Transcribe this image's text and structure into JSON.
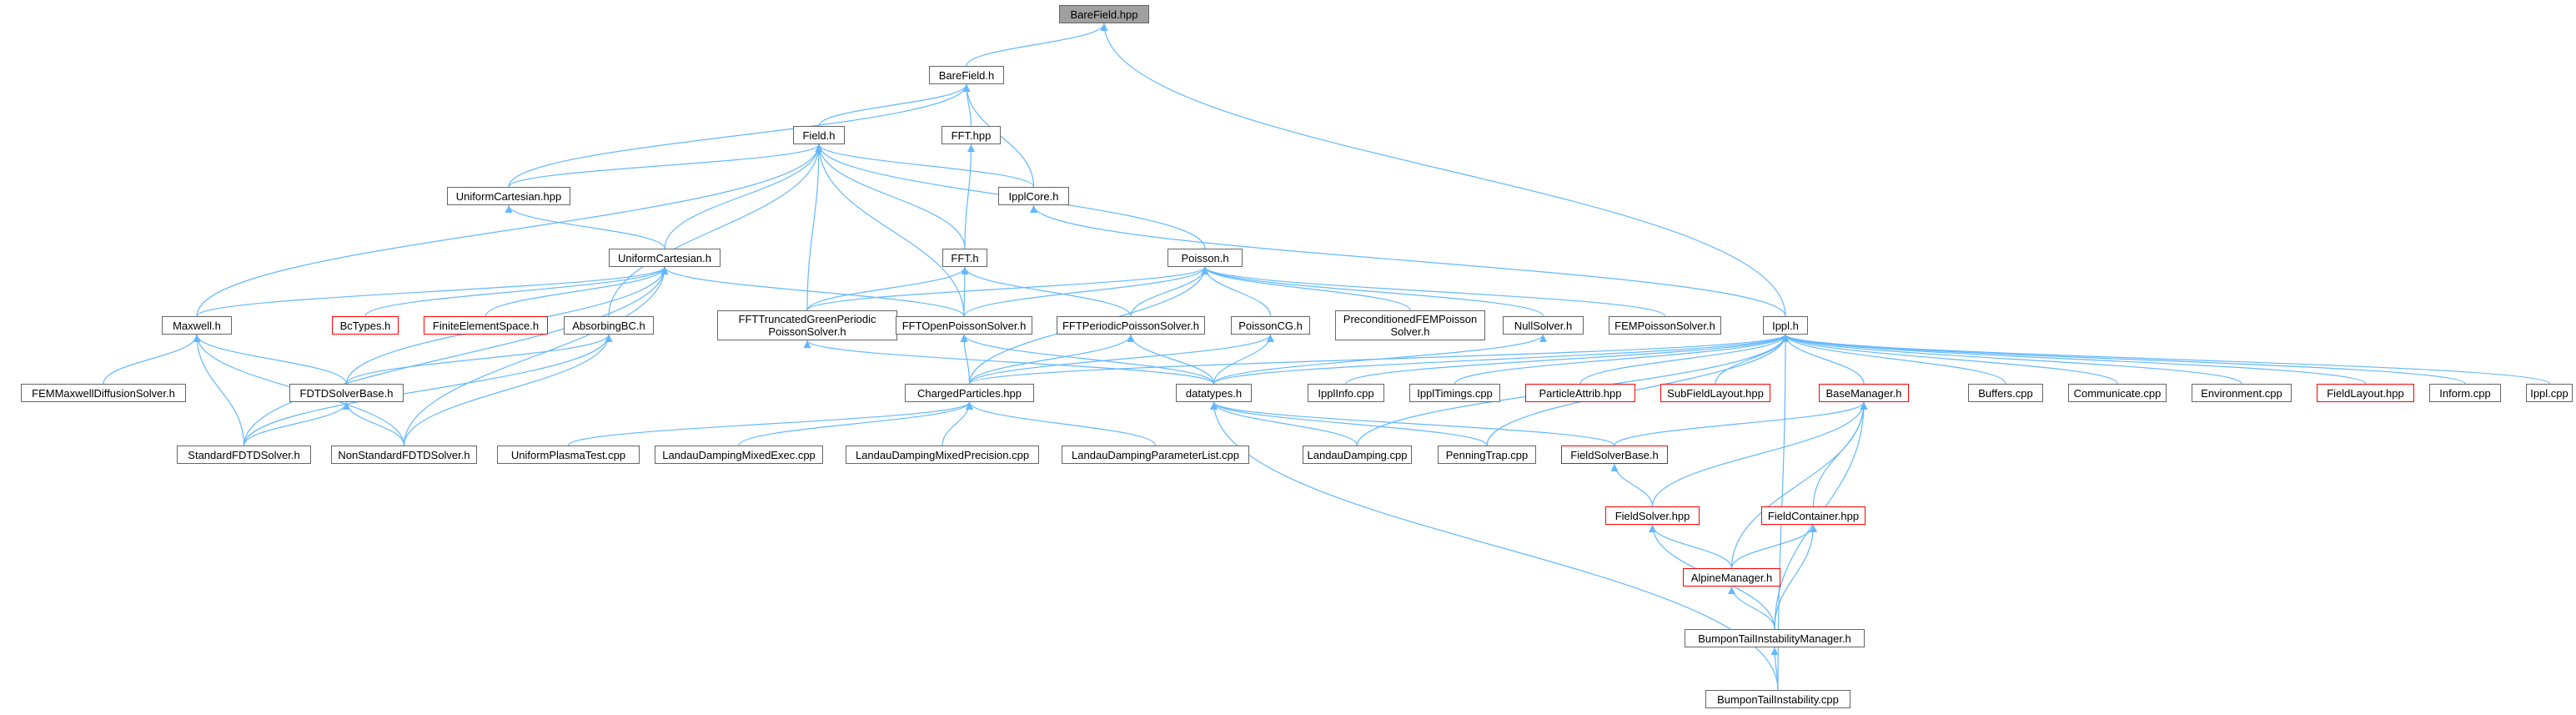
{
  "colors": {
    "edge": "#63b8ff",
    "node_border": "#666666",
    "root_fill": "#a0a0a0",
    "truncated_border": "#ff0000"
  },
  "nodes": {
    "n0": {
      "label": "BareField.hpp",
      "style": "root"
    },
    "n1": {
      "label": "BareField.h",
      "style": "normal"
    },
    "n2": {
      "label": "Field.h",
      "style": "normal"
    },
    "n3": {
      "label": "FFT.hpp",
      "style": "normal"
    },
    "n4": {
      "label": "UniformCartesian.hpp",
      "style": "normal"
    },
    "n5": {
      "label": "IpplCore.h",
      "style": "normal"
    },
    "n6": {
      "label": "UniformCartesian.h",
      "style": "normal"
    },
    "n7": {
      "label": "FFT.h",
      "style": "normal"
    },
    "n8": {
      "label": "Poisson.h",
      "style": "normal"
    },
    "n9": {
      "label": "Maxwell.h",
      "style": "normal"
    },
    "n10": {
      "label": "BcTypes.h",
      "style": "red"
    },
    "n11": {
      "label": "FiniteElementSpace.h",
      "style": "red"
    },
    "n12": {
      "label": "AbsorbingBC.h",
      "style": "normal"
    },
    "n13": {
      "label": "FFTTruncatedGreenPeriodic\nPoissonSolver.h",
      "style": "normal"
    },
    "n14": {
      "label": "FFTOpenPoissonSolver.h",
      "style": "normal"
    },
    "n15": {
      "label": "FFTPeriodicPoissonSolver.h",
      "style": "normal"
    },
    "n16": {
      "label": "PoissonCG.h",
      "style": "normal"
    },
    "n17": {
      "label": "PreconditionedFEMPoisson\nSolver.h",
      "style": "normal"
    },
    "n18": {
      "label": "NullSolver.h",
      "style": "normal"
    },
    "n19": {
      "label": "FEMPoissonSolver.h",
      "style": "normal"
    },
    "n20": {
      "label": "Ippl.h",
      "style": "normal"
    },
    "n21": {
      "label": "FEMMaxwellDiffusionSolver.h",
      "style": "normal"
    },
    "n22": {
      "label": "FDTDSolverBase.h",
      "style": "normal"
    },
    "n23": {
      "label": "ChargedParticles.hpp",
      "style": "normal"
    },
    "n24": {
      "label": "datatypes.h",
      "style": "normal"
    },
    "n25": {
      "label": "IpplInfo.cpp",
      "style": "normal"
    },
    "n26": {
      "label": "IpplTimings.cpp",
      "style": "normal"
    },
    "n27": {
      "label": "ParticleAttrib.hpp",
      "style": "red"
    },
    "n28": {
      "label": "SubFieldLayout.hpp",
      "style": "red"
    },
    "n29": {
      "label": "BaseManager.h",
      "style": "red"
    },
    "n30": {
      "label": "Buffers.cpp",
      "style": "normal"
    },
    "n31": {
      "label": "Communicate.cpp",
      "style": "normal"
    },
    "n32": {
      "label": "Environment.cpp",
      "style": "normal"
    },
    "n33": {
      "label": "FieldLayout.hpp",
      "style": "red"
    },
    "n34": {
      "label": "Inform.cpp",
      "style": "normal"
    },
    "n35": {
      "label": "Ippl.cpp",
      "style": "normal"
    },
    "n36": {
      "label": "StandardFDTDSolver.h",
      "style": "normal"
    },
    "n37": {
      "label": "NonStandardFDTDSolver.h",
      "style": "normal"
    },
    "n38": {
      "label": "UniformPlasmaTest.cpp",
      "style": "normal"
    },
    "n39": {
      "label": "LandauDampingMixedExec.cpp",
      "style": "normal"
    },
    "n40": {
      "label": "LandauDampingMixedPrecision.cpp",
      "style": "normal"
    },
    "n41": {
      "label": "LandauDampingParameterList.cpp",
      "style": "normal"
    },
    "n42": {
      "label": "LandauDamping.cpp",
      "style": "normal"
    },
    "n43": {
      "label": "PenningTrap.cpp",
      "style": "normal"
    },
    "n44": {
      "label": "FieldSolverBase.h",
      "style": "red"
    },
    "n45": {
      "label": "FieldSolver.hpp",
      "style": "red"
    },
    "n46": {
      "label": "FieldContainer.hpp",
      "style": "red"
    },
    "n47": {
      "label": "AlpineManager.h",
      "style": "red"
    },
    "n48": {
      "label": "BumponTailInstabilityManager.h",
      "style": "normal"
    },
    "n49": {
      "label": "BumponTailInstability.cpp",
      "style": "normal"
    }
  },
  "edges": [
    [
      "n1",
      "n0"
    ],
    [
      "n20",
      "n0"
    ],
    [
      "n2",
      "n1"
    ],
    [
      "n3",
      "n1"
    ],
    [
      "n4",
      "n1"
    ],
    [
      "n5",
      "n1"
    ],
    [
      "n4",
      "n2"
    ],
    [
      "n5",
      "n2"
    ],
    [
      "n6",
      "n2"
    ],
    [
      "n7",
      "n2"
    ],
    [
      "n8",
      "n2"
    ],
    [
      "n9",
      "n2"
    ],
    [
      "n12",
      "n2"
    ],
    [
      "n13",
      "n2"
    ],
    [
      "n14",
      "n2"
    ],
    [
      "n7",
      "n3"
    ],
    [
      "n6",
      "n4"
    ],
    [
      "n20",
      "n5"
    ],
    [
      "n9",
      "n6"
    ],
    [
      "n10",
      "n6"
    ],
    [
      "n11",
      "n6"
    ],
    [
      "n14",
      "n6"
    ],
    [
      "n22",
      "n6"
    ],
    [
      "n36",
      "n6"
    ],
    [
      "n37",
      "n6"
    ],
    [
      "n13",
      "n7"
    ],
    [
      "n14",
      "n7"
    ],
    [
      "n15",
      "n7"
    ],
    [
      "n13",
      "n8"
    ],
    [
      "n14",
      "n8"
    ],
    [
      "n15",
      "n8"
    ],
    [
      "n16",
      "n8"
    ],
    [
      "n17",
      "n8"
    ],
    [
      "n18",
      "n8"
    ],
    [
      "n19",
      "n8"
    ],
    [
      "n23",
      "n8"
    ],
    [
      "n21",
      "n9"
    ],
    [
      "n22",
      "n9"
    ],
    [
      "n36",
      "n9"
    ],
    [
      "n37",
      "n9"
    ],
    [
      "n22",
      "n12"
    ],
    [
      "n36",
      "n12"
    ],
    [
      "n37",
      "n12"
    ],
    [
      "n24",
      "n13"
    ],
    [
      "n23",
      "n14"
    ],
    [
      "n24",
      "n14"
    ],
    [
      "n23",
      "n15"
    ],
    [
      "n24",
      "n15"
    ],
    [
      "n23",
      "n16"
    ],
    [
      "n24",
      "n16"
    ],
    [
      "n24",
      "n18"
    ],
    [
      "n36",
      "n22"
    ],
    [
      "n37",
      "n22"
    ],
    [
      "n38",
      "n23"
    ],
    [
      "n39",
      "n23"
    ],
    [
      "n40",
      "n23"
    ],
    [
      "n41",
      "n23"
    ],
    [
      "n42",
      "n24"
    ],
    [
      "n43",
      "n24"
    ],
    [
      "n44",
      "n24"
    ],
    [
      "n49",
      "n24"
    ],
    [
      "n23",
      "n20"
    ],
    [
      "n24",
      "n20"
    ],
    [
      "n25",
      "n20"
    ],
    [
      "n26",
      "n20"
    ],
    [
      "n27",
      "n20"
    ],
    [
      "n28",
      "n20"
    ],
    [
      "n29",
      "n20"
    ],
    [
      "n30",
      "n20"
    ],
    [
      "n31",
      "n20"
    ],
    [
      "n32",
      "n20"
    ],
    [
      "n33",
      "n20"
    ],
    [
      "n34",
      "n20"
    ],
    [
      "n35",
      "n20"
    ],
    [
      "n42",
      "n20"
    ],
    [
      "n43",
      "n20"
    ],
    [
      "n49",
      "n20"
    ],
    [
      "n44",
      "n29"
    ],
    [
      "n45",
      "n29"
    ],
    [
      "n46",
      "n29"
    ],
    [
      "n47",
      "n29"
    ],
    [
      "n48",
      "n29"
    ],
    [
      "n45",
      "n44"
    ],
    [
      "n47",
      "n45"
    ],
    [
      "n48",
      "n45"
    ],
    [
      "n47",
      "n46"
    ],
    [
      "n48",
      "n46"
    ],
    [
      "n48",
      "n47"
    ],
    [
      "n49",
      "n48"
    ]
  ]
}
